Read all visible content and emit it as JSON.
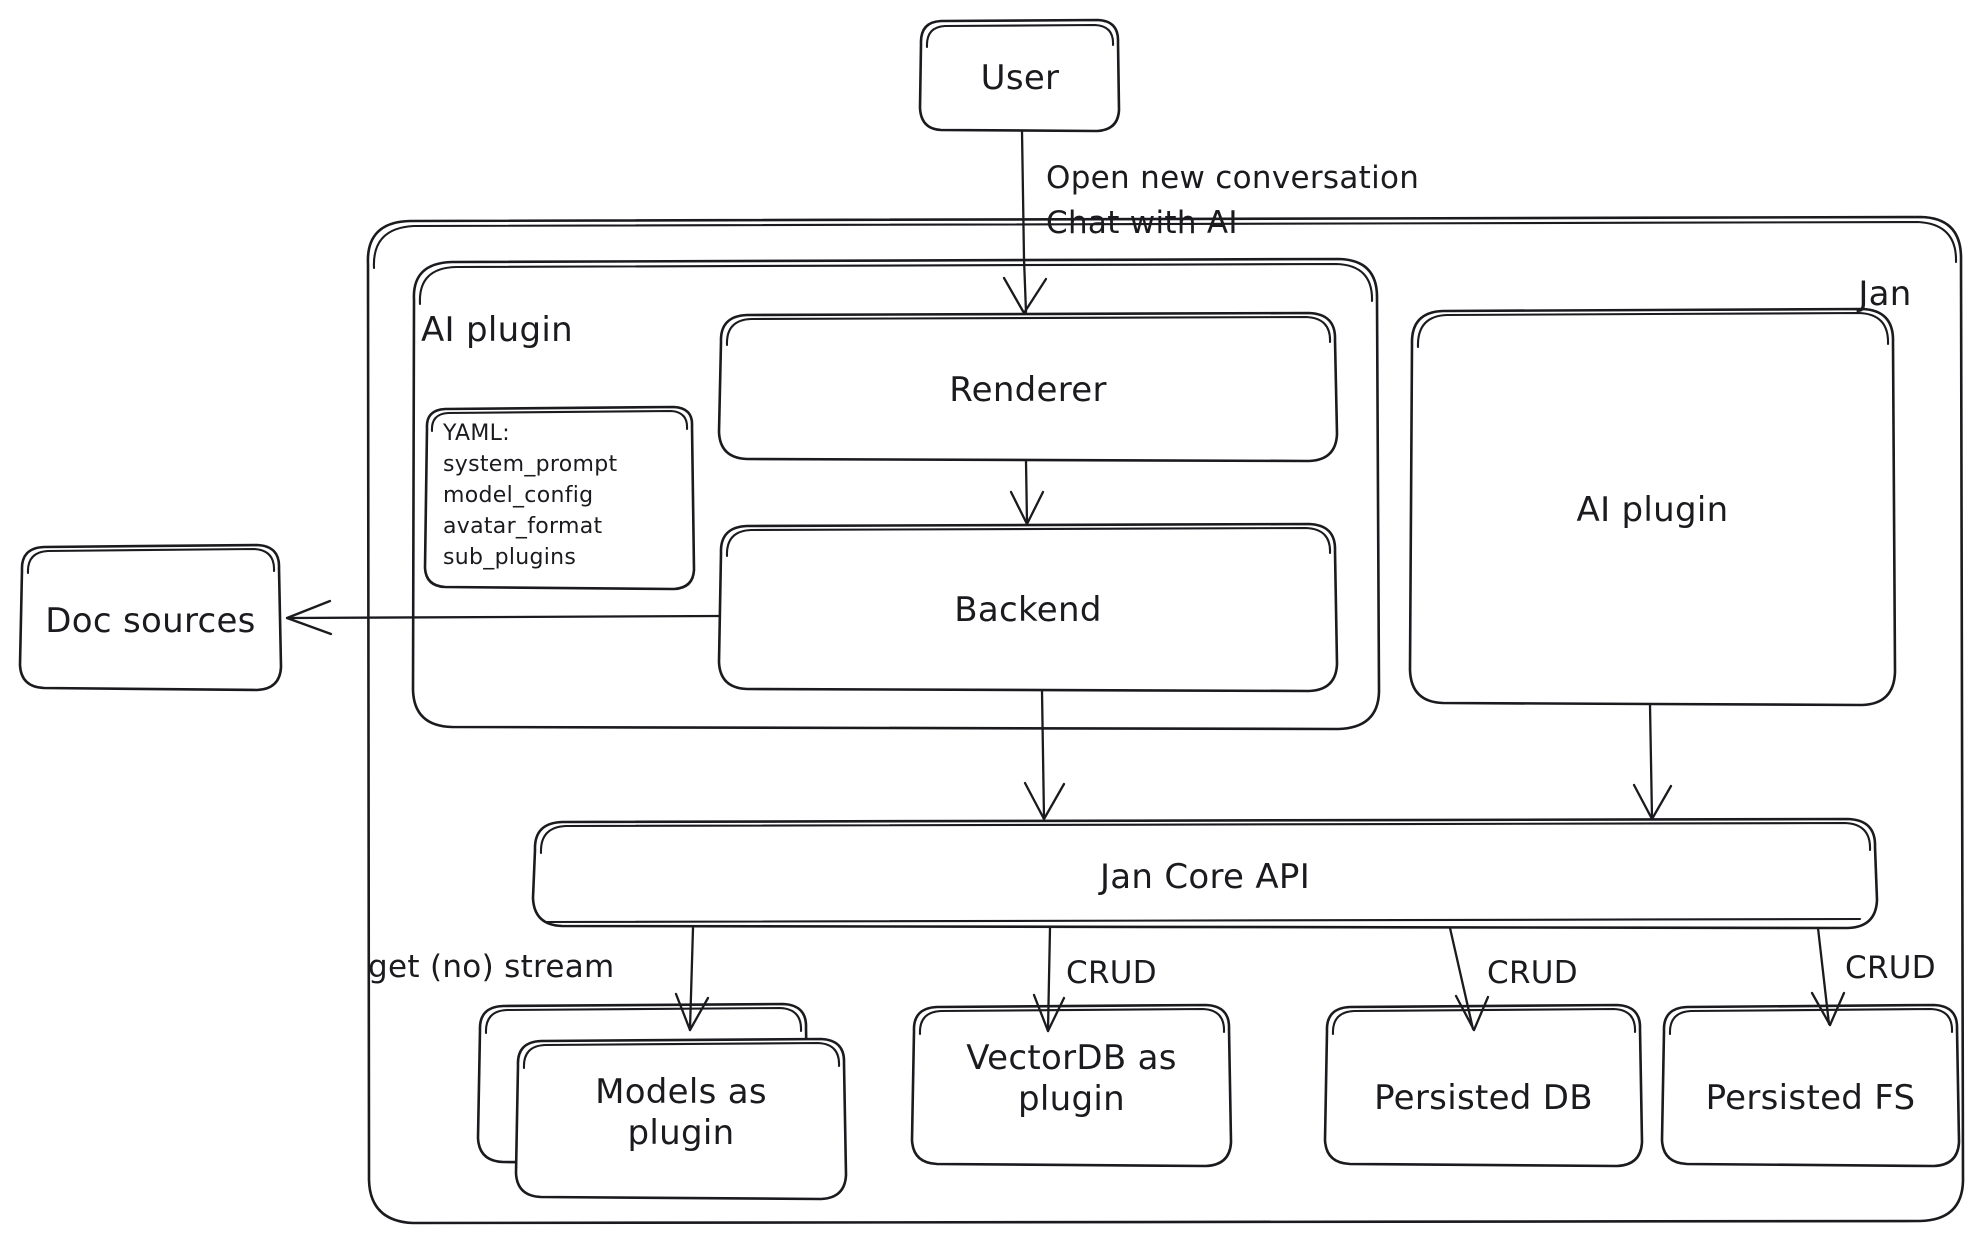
{
  "diagram": {
    "title": "Jan architecture diagram",
    "style": "hand-drawn sketch",
    "stroke_color": "#1b1b1f",
    "fill_color": "#ffffff",
    "background": "#ffffff"
  },
  "containers": {
    "jan": {
      "label": "Jan"
    },
    "ai_plugin_group": {
      "label": "AI plugin"
    }
  },
  "nodes": {
    "user": {
      "label": "User"
    },
    "renderer": {
      "label": "Renderer"
    },
    "backend": {
      "label": "Backend"
    },
    "ai_plugin_right": {
      "label": "AI plugin"
    },
    "jan_core_api": {
      "label": "Jan Core API"
    },
    "doc_sources": {
      "label": "Doc sources"
    },
    "models_as_plugin": {
      "label": "Models as\nplugin"
    },
    "vectordb_as_plugin": {
      "label": "VectorDB as\nplugin"
    },
    "persisted_db": {
      "label": "Persisted DB"
    },
    "persisted_fs": {
      "label": "Persisted FS"
    }
  },
  "yaml_card": {
    "lines": [
      "YAML:",
      "system_prompt",
      "model_config",
      "avatar_format",
      "sub_plugins"
    ]
  },
  "edges": [
    {
      "from": "user",
      "to": "renderer",
      "label": "Open new conversation\nChat with AI"
    },
    {
      "from": "renderer",
      "to": "backend",
      "label": ""
    },
    {
      "from": "backend",
      "to": "doc_sources",
      "label": ""
    },
    {
      "from": "backend",
      "to": "jan_core_api",
      "label": ""
    },
    {
      "from": "ai_plugin_right",
      "to": "jan_core_api",
      "label": ""
    },
    {
      "from": "jan_core_api",
      "to": "models_as_plugin",
      "label": "get (no) stream"
    },
    {
      "from": "jan_core_api",
      "to": "vectordb_as_plugin",
      "label": "CRUD"
    },
    {
      "from": "jan_core_api",
      "to": "persisted_db",
      "label": "CRUD"
    },
    {
      "from": "jan_core_api",
      "to": "persisted_fs",
      "label": "CRUD"
    }
  ],
  "edge_labels": {
    "user_to_renderer_line1": "Open new conversation",
    "user_to_renderer_line2": "Chat with AI",
    "get_no_stream": "get (no) stream",
    "crud_vectordb": "CRUD",
    "crud_db": "CRUD",
    "crud_fs": "CRUD"
  }
}
